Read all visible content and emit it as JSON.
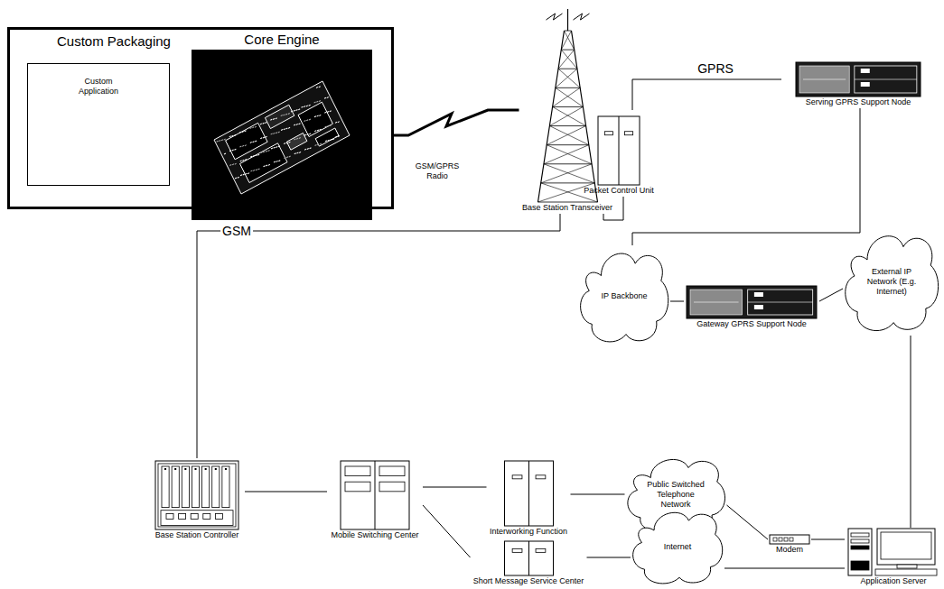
{
  "diagram": {
    "nodes": [
      {
        "text": [
          "Custom Packaging"
        ]
      },
      {
        "text": [
          "Custom Application"
        ],
        "in": 0
      },
      {
        "text": [
          "Core Engine"
        ],
        "in": 0
      },
      {
        "text": [
          "Base Station Transceiver"
        ]
      },
      {
        "text": [
          "Packet Control Unit"
        ]
      },
      {
        "text": [
          "Serving GPRS Support Node"
        ]
      },
      {
        "text": [
          "IP Backbone"
        ]
      },
      {
        "text": [
          "Gateway GPRS Support Node"
        ]
      },
      {
        "text": [
          "External IP Network (E.g. Internet)"
        ]
      },
      {
        "text": [
          "Base Station Controller"
        ]
      },
      {
        "text": [
          "Mobile Switching Center"
        ]
      },
      {
        "text": [
          "Interworking Function"
        ]
      },
      {
        "text": [
          "Public Switched Telephone Network"
        ]
      },
      {
        "text": [
          "Modem"
        ]
      },
      {
        "text": [
          "Short Message Service Center"
        ]
      },
      {
        "text": [
          "Internet"
        ]
      },
      {
        "text": [
          "Application Server"
        ]
      }
    ],
    "edges": [
      {
        "from": 2,
        "to": 1,
        "arrow": "to"
      },
      {
        "from": 2,
        "to": 3,
        "label": "GSM/GPRS Radio",
        "arrow": "none"
      },
      {
        "from": 3,
        "to": 9,
        "label": "GSM",
        "arrow": "none"
      },
      {
        "from": 3,
        "to": 4,
        "arrow": "none"
      },
      {
        "from": 4,
        "to": 5,
        "label": "GPRS",
        "arrow": "none"
      },
      {
        "from": 5,
        "to": 6,
        "arrow": "none"
      },
      {
        "from": 6,
        "to": 7,
        "arrow": "none"
      },
      {
        "from": 7,
        "to": 8,
        "arrow": "none"
      },
      {
        "from": 8,
        "to": 16,
        "arrow": "none"
      },
      {
        "from": 9,
        "to": 10,
        "arrow": "none"
      },
      {
        "from": 10,
        "to": 11,
        "arrow": "none"
      },
      {
        "from": 10,
        "to": 14,
        "arrow": "none"
      },
      {
        "from": 11,
        "to": 12,
        "arrow": "none"
      },
      {
        "from": 14,
        "to": 15,
        "arrow": "none"
      },
      {
        "from": 12,
        "to": 13,
        "arrow": "none"
      },
      {
        "from": 13,
        "to": 16,
        "arrow": "none"
      },
      {
        "from": 15,
        "to": 16,
        "arrow": "none"
      }
    ]
  }
}
